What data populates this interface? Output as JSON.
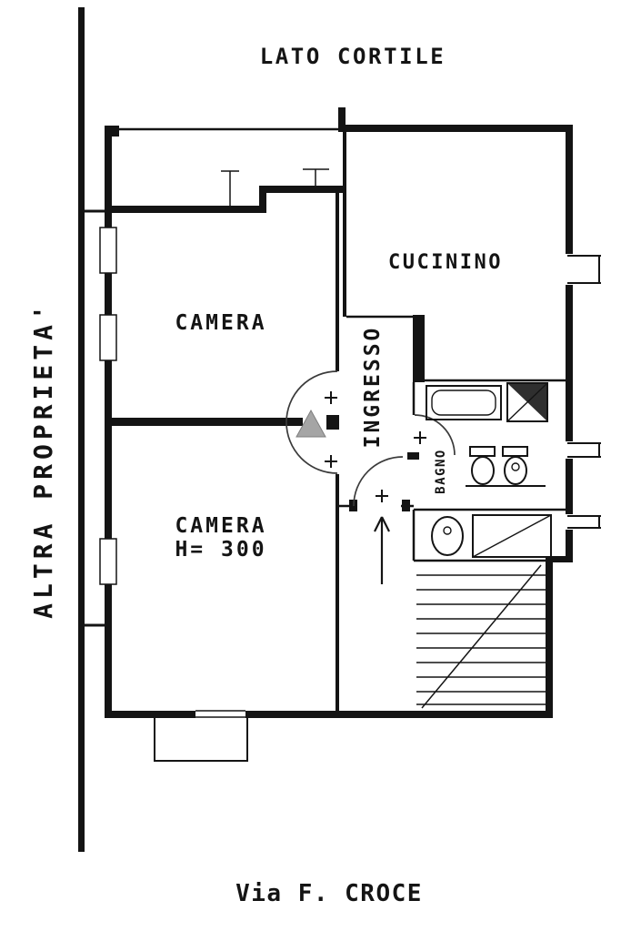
{
  "plan": {
    "type": "apartment-floor-plan",
    "orientation_labels": {
      "top": "LATO CORTILE",
      "left": "ALTRA PROPRIETA'",
      "bottom": "Via F. CROCE"
    },
    "rooms": {
      "cucinino": "CUCININO",
      "camera1": "CAMERA",
      "camera2_line1": "CAMERA",
      "camera2_line2": "H= 300",
      "ingresso": "INGRESSO",
      "bagno": "BAGNO"
    },
    "colors": {
      "ink": "#141414",
      "paper": "#ffffff",
      "door_swing": "#3a3a3a",
      "watermark": "#9c9c9c"
    }
  }
}
